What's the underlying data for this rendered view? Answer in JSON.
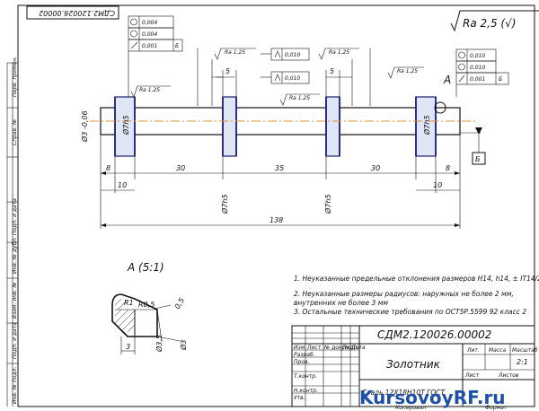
{
  "stamp": {
    "rotated_code": "СДМ2.120026.00002"
  },
  "side_strip": [
    "Перв. примен.",
    "Справ. №",
    "Подп. и дата",
    "Инв. № дубл.",
    "Взам. инв. №",
    "Подп. и дата",
    "Инв. № подл."
  ],
  "roughness_general": "Ra 2,5 (√)",
  "roughness_marks": [
    "Ra 1,25",
    "Ra 1,25",
    "Ra 1,25",
    "Ra 1,25",
    "Ra 1,25"
  ],
  "tolerance_left": [
    {
      "value": "0,004",
      "base": ""
    },
    {
      "value": "0,004",
      "base": ""
    },
    {
      "value": "0,001",
      "base": "Б"
    }
  ],
  "tolerance_right": [
    {
      "value": "0,010",
      "base": ""
    },
    {
      "value": "0,010",
      "base": ""
    },
    {
      "value": "0,001",
      "base": "Б"
    }
  ],
  "tolerance_middle": [
    "0,010",
    "0,010"
  ],
  "view_letter": "A",
  "base_letter": "Б",
  "dimensions": {
    "shaft_dia": "Ø3 -0,06",
    "land_dia_1": "Ø7h5",
    "land_dia_2": "Ø7h5",
    "groove_dia_1": "Ø7h5",
    "groove_dia_2": "Ø7h5",
    "land_w_1": "5",
    "land_w_2": "5",
    "end_l": "8",
    "end_r": "8",
    "land_end_l": "10",
    "land_end_r": "10",
    "span_1": "30",
    "span_2": "35",
    "span_3": "30",
    "total": "138"
  },
  "detail": {
    "title": "A (5:1)",
    "r1": "R1",
    "r2": "R0,5",
    "r3": "0,5",
    "len": "3",
    "d1": "Ø3,5",
    "d2": "Ø3"
  },
  "notes": [
    "1. Неуказанные предельные отклонения размеров Н14, h14, ± IT14/2",
    "2. Неуказанные размеры радиусов: наружных не более 2 мм,",
    "внутренних не более 3 мм",
    "3. Остальные технические требования по ОСТ5Р.5599 92 класс 2"
  ],
  "title_block": {
    "code": "СДМ2.120026.00002",
    "name": "Золотник",
    "material": "Сталь 12Х18Н10Т ГОСТ",
    "lit_header": "Лит.",
    "mass_header": "Масса",
    "scale_header": "Масштаб",
    "scale": "2:1",
    "sheet_label": "Лист",
    "sheets_label": "Листов",
    "rows": [
      "Изм.",
      "Лист",
      "№ докум.",
      "Подп.",
      "Дата"
    ],
    "roles": [
      "Разраб.",
      "Пров.",
      "Т.контр.",
      "Н.контр.",
      "Утв."
    ],
    "copied": "Копировал",
    "format": "Формат"
  },
  "watermark": {
    "part1": "KursovoyRF",
    "part2": ".ru"
  }
}
